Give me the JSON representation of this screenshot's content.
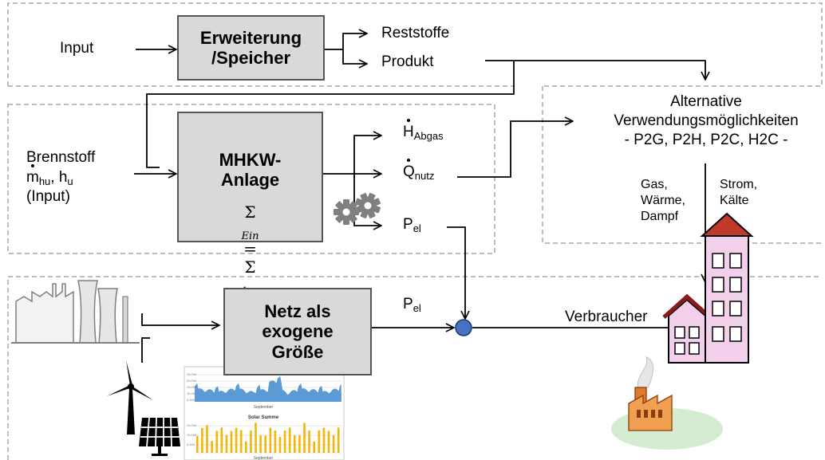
{
  "top_section": {
    "input_label": "Input",
    "storage_box": {
      "line1": "Erweiterung",
      "line2": "/Speicher"
    },
    "out_residue": "Reststoffe",
    "out_product": "Produkt"
  },
  "plant_section": {
    "fuel_label": "Brennstoff",
    "fuel_m": "m",
    "fuel_m_sub": "hu",
    "fuel_sep": ", h",
    "fuel_h_sub": "u",
    "fuel_input": "(Input)",
    "plant_box": {
      "line1": "MHKW-",
      "line2": "Anlage"
    },
    "balance": {
      "sigma1": "Σ",
      "sub1": "Ein",
      "equals": " = ",
      "sigma2": "Σ",
      "sub2": "Aus"
    },
    "out_h": "H",
    "out_h_sub": "Abgas",
    "out_q": "Q",
    "out_q_sub": "nutz",
    "out_p": "P",
    "out_p_sub": "el"
  },
  "alternatives": {
    "line1": "Alternative",
    "line2": "Verwendungsmöglichkeiten",
    "line3": "- P2G, P2H, P2C, H2C -",
    "left_col": [
      "Gas,",
      "Wärme,",
      "Dampf"
    ],
    "right_col": [
      "Strom,",
      "Kälte"
    ]
  },
  "grid_section": {
    "grid_box": {
      "line1": "Netz als",
      "line2": "exogene",
      "line3": "Größe"
    },
    "p_label": "P",
    "p_sub": "el",
    "consumer_label": "Verbraucher",
    "mini_chart": {
      "top_title": "",
      "bottom_title": "Solar Summe",
      "axis_label": "September"
    }
  },
  "colors": {
    "box_fill": "#d9d9d9",
    "dashed": "#a6a6a6",
    "junction": "#4472c4",
    "wind_area": "#5b9bd5",
    "solar_bar": "#f2b705",
    "building_pink": "#f2d0ec",
    "factory_orange": "#e07a2e"
  },
  "icons": [
    "gear-icon",
    "power-plant-icon",
    "wind-turbine-icon",
    "solar-panel-icon",
    "buildings-icon",
    "factory-icon"
  ]
}
